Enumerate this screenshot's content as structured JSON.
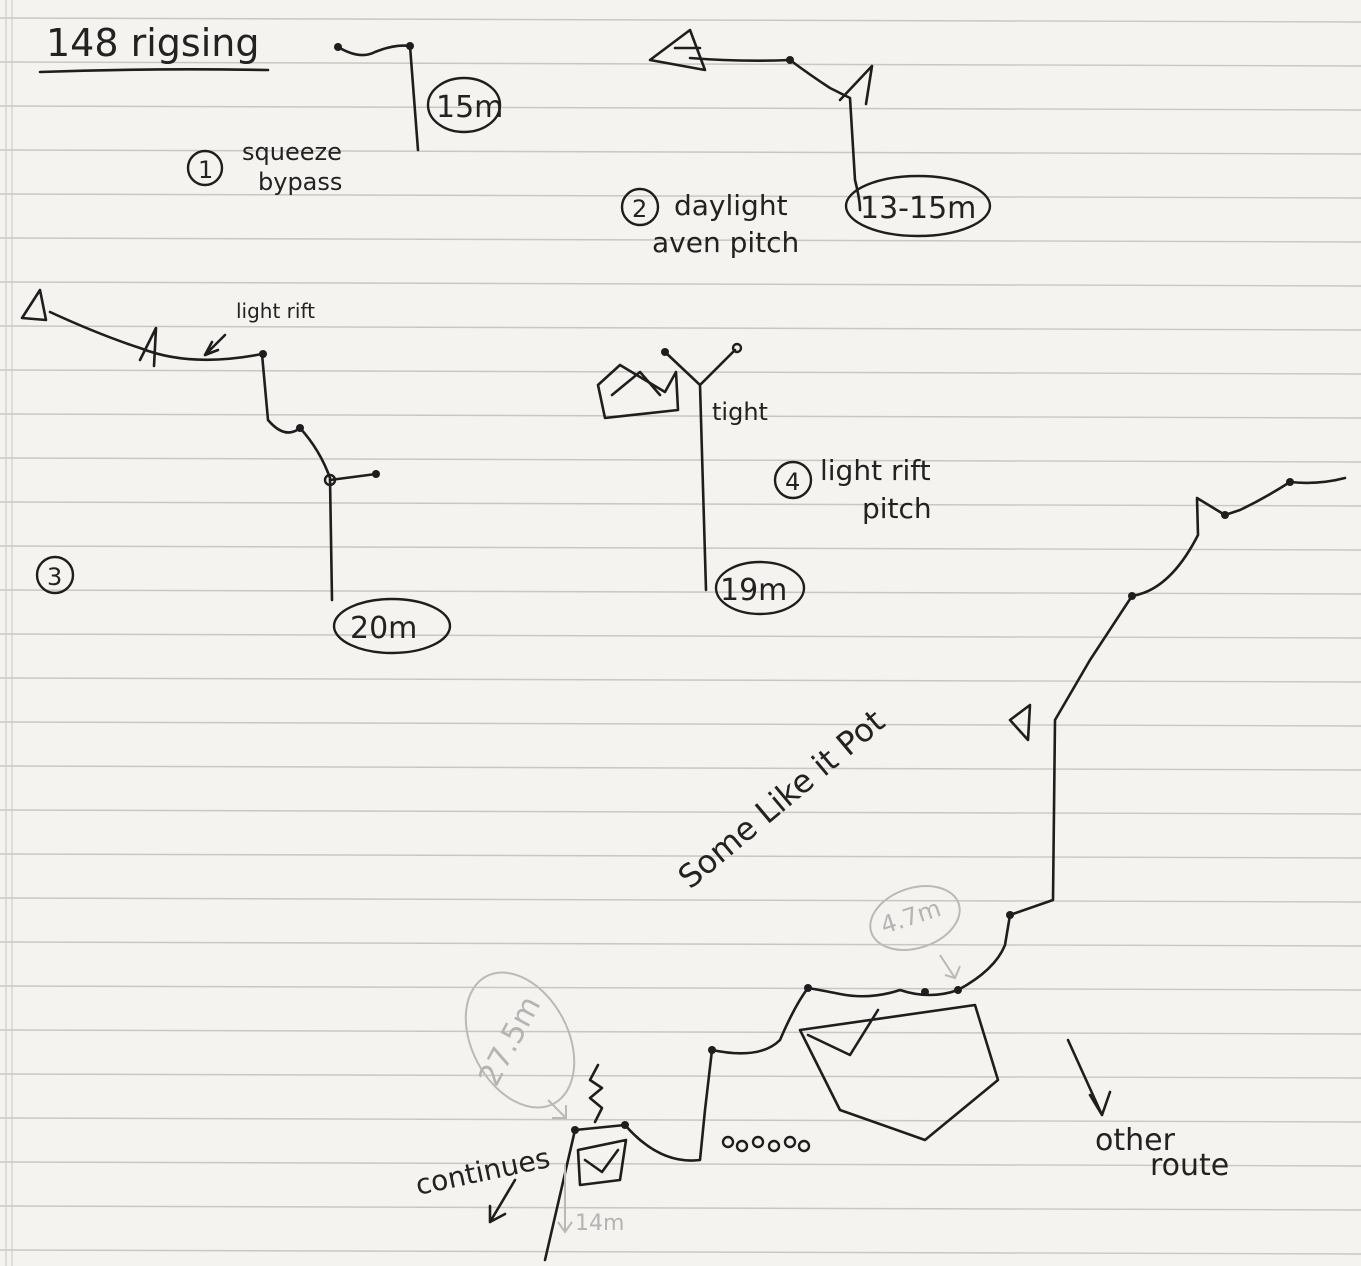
{
  "title": "148 rigsing",
  "pitches": [
    {
      "number": "1",
      "label_lines": [
        "squeeze",
        "bypass"
      ],
      "depth": "15m"
    },
    {
      "number": "2",
      "label_lines": [
        "daylight",
        "aven pitch"
      ],
      "depth": "13-15m"
    },
    {
      "number": "3",
      "annotation": "light rift",
      "depth": "20m"
    },
    {
      "number": "4",
      "label_lines": [
        "light rift",
        "pitch"
      ],
      "annotation": "tight",
      "depth": "19m"
    }
  ],
  "main_route": {
    "name": "Some Like it Pot",
    "faint_labels": [
      "27.5m",
      "4.7m",
      "14m"
    ],
    "continues_label": "continues",
    "other_route_label": [
      "other",
      "route"
    ]
  }
}
